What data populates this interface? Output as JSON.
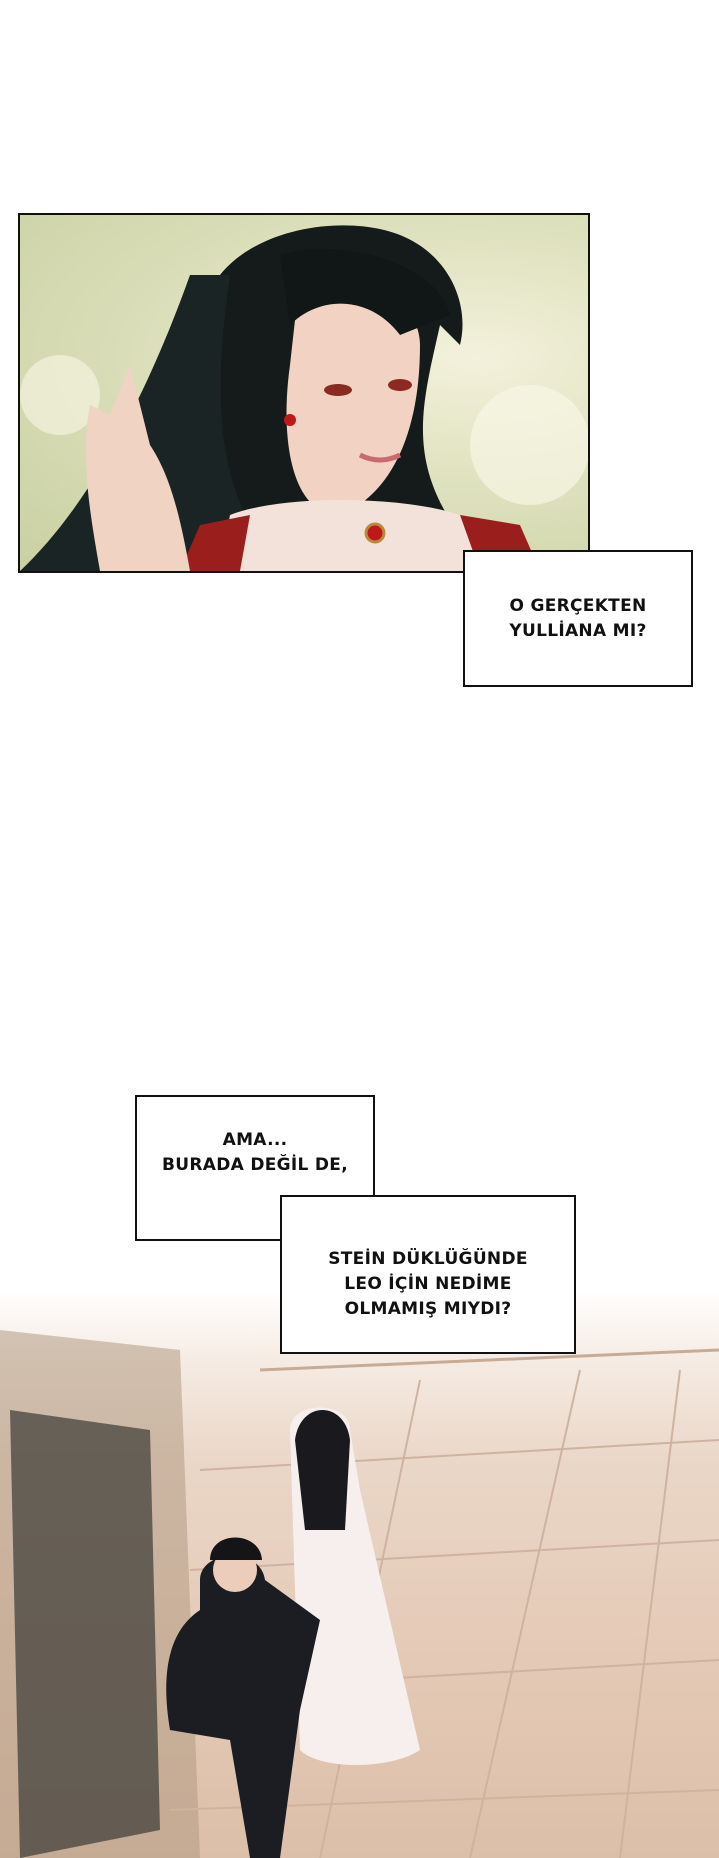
{
  "panels": [
    {
      "caption": "O GERÇEKTEN\nYULLİANA MI?"
    },
    {
      "caption_a": "AMA...\nBURADA DEĞİL DE,",
      "caption_b": "STEİN DÜKLÜĞÜNDE\nLEO İÇİN NEDİME\nOLMAMIŞ MIYDI?"
    }
  ]
}
